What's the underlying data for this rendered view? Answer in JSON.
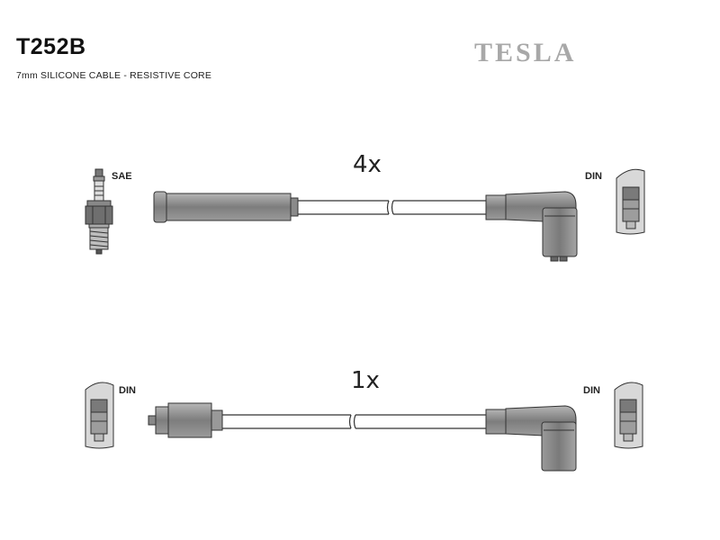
{
  "header": {
    "part_number": "T252B",
    "description": "7mm SILICONE CABLE - RESISTIVE CORE",
    "brand": "TESLA"
  },
  "wire_sets": [
    {
      "quantity": "4x",
      "left_end": "SAE",
      "right_end": "DIN"
    },
    {
      "quantity": "1x",
      "left_end": "DIN",
      "right_end": "DIN"
    }
  ],
  "colors": {
    "part_fill": "#8c8c8c",
    "part_dark": "#5a5a5a",
    "part_light": "#bdbdbd",
    "outline": "#333333",
    "brand": "#a8a8a8"
  }
}
